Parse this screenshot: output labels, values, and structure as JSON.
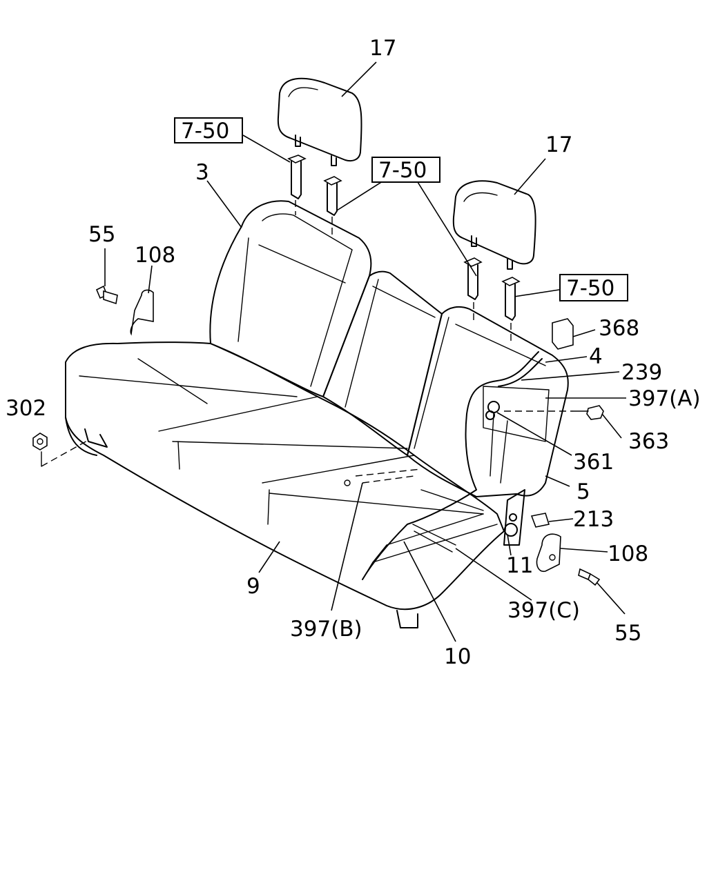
{
  "diagram": {
    "callouts": [
      {
        "id": "c17a",
        "text": "17"
      },
      {
        "id": "c17b",
        "text": "17"
      },
      {
        "id": "c750a",
        "text": "7-50",
        "boxed": true
      },
      {
        "id": "c750b",
        "text": "7-50",
        "boxed": true
      },
      {
        "id": "c750c",
        "text": "7-50",
        "boxed": true
      },
      {
        "id": "c3",
        "text": "3"
      },
      {
        "id": "c55a",
        "text": "55"
      },
      {
        "id": "c108a",
        "text": "108"
      },
      {
        "id": "c368",
        "text": "368"
      },
      {
        "id": "c4",
        "text": "4"
      },
      {
        "id": "c239",
        "text": "239"
      },
      {
        "id": "c397a",
        "text": "397(A)"
      },
      {
        "id": "c302",
        "text": "302"
      },
      {
        "id": "c363",
        "text": "363"
      },
      {
        "id": "c361",
        "text": "361"
      },
      {
        "id": "c5",
        "text": "5"
      },
      {
        "id": "c213",
        "text": "213"
      },
      {
        "id": "c108b",
        "text": "108"
      },
      {
        "id": "c11",
        "text": "11"
      },
      {
        "id": "c9",
        "text": "9"
      },
      {
        "id": "c397c",
        "text": "397(C)"
      },
      {
        "id": "c55b",
        "text": "55"
      },
      {
        "id": "c397b",
        "text": "397(B)"
      },
      {
        "id": "c10",
        "text": "10"
      }
    ]
  }
}
